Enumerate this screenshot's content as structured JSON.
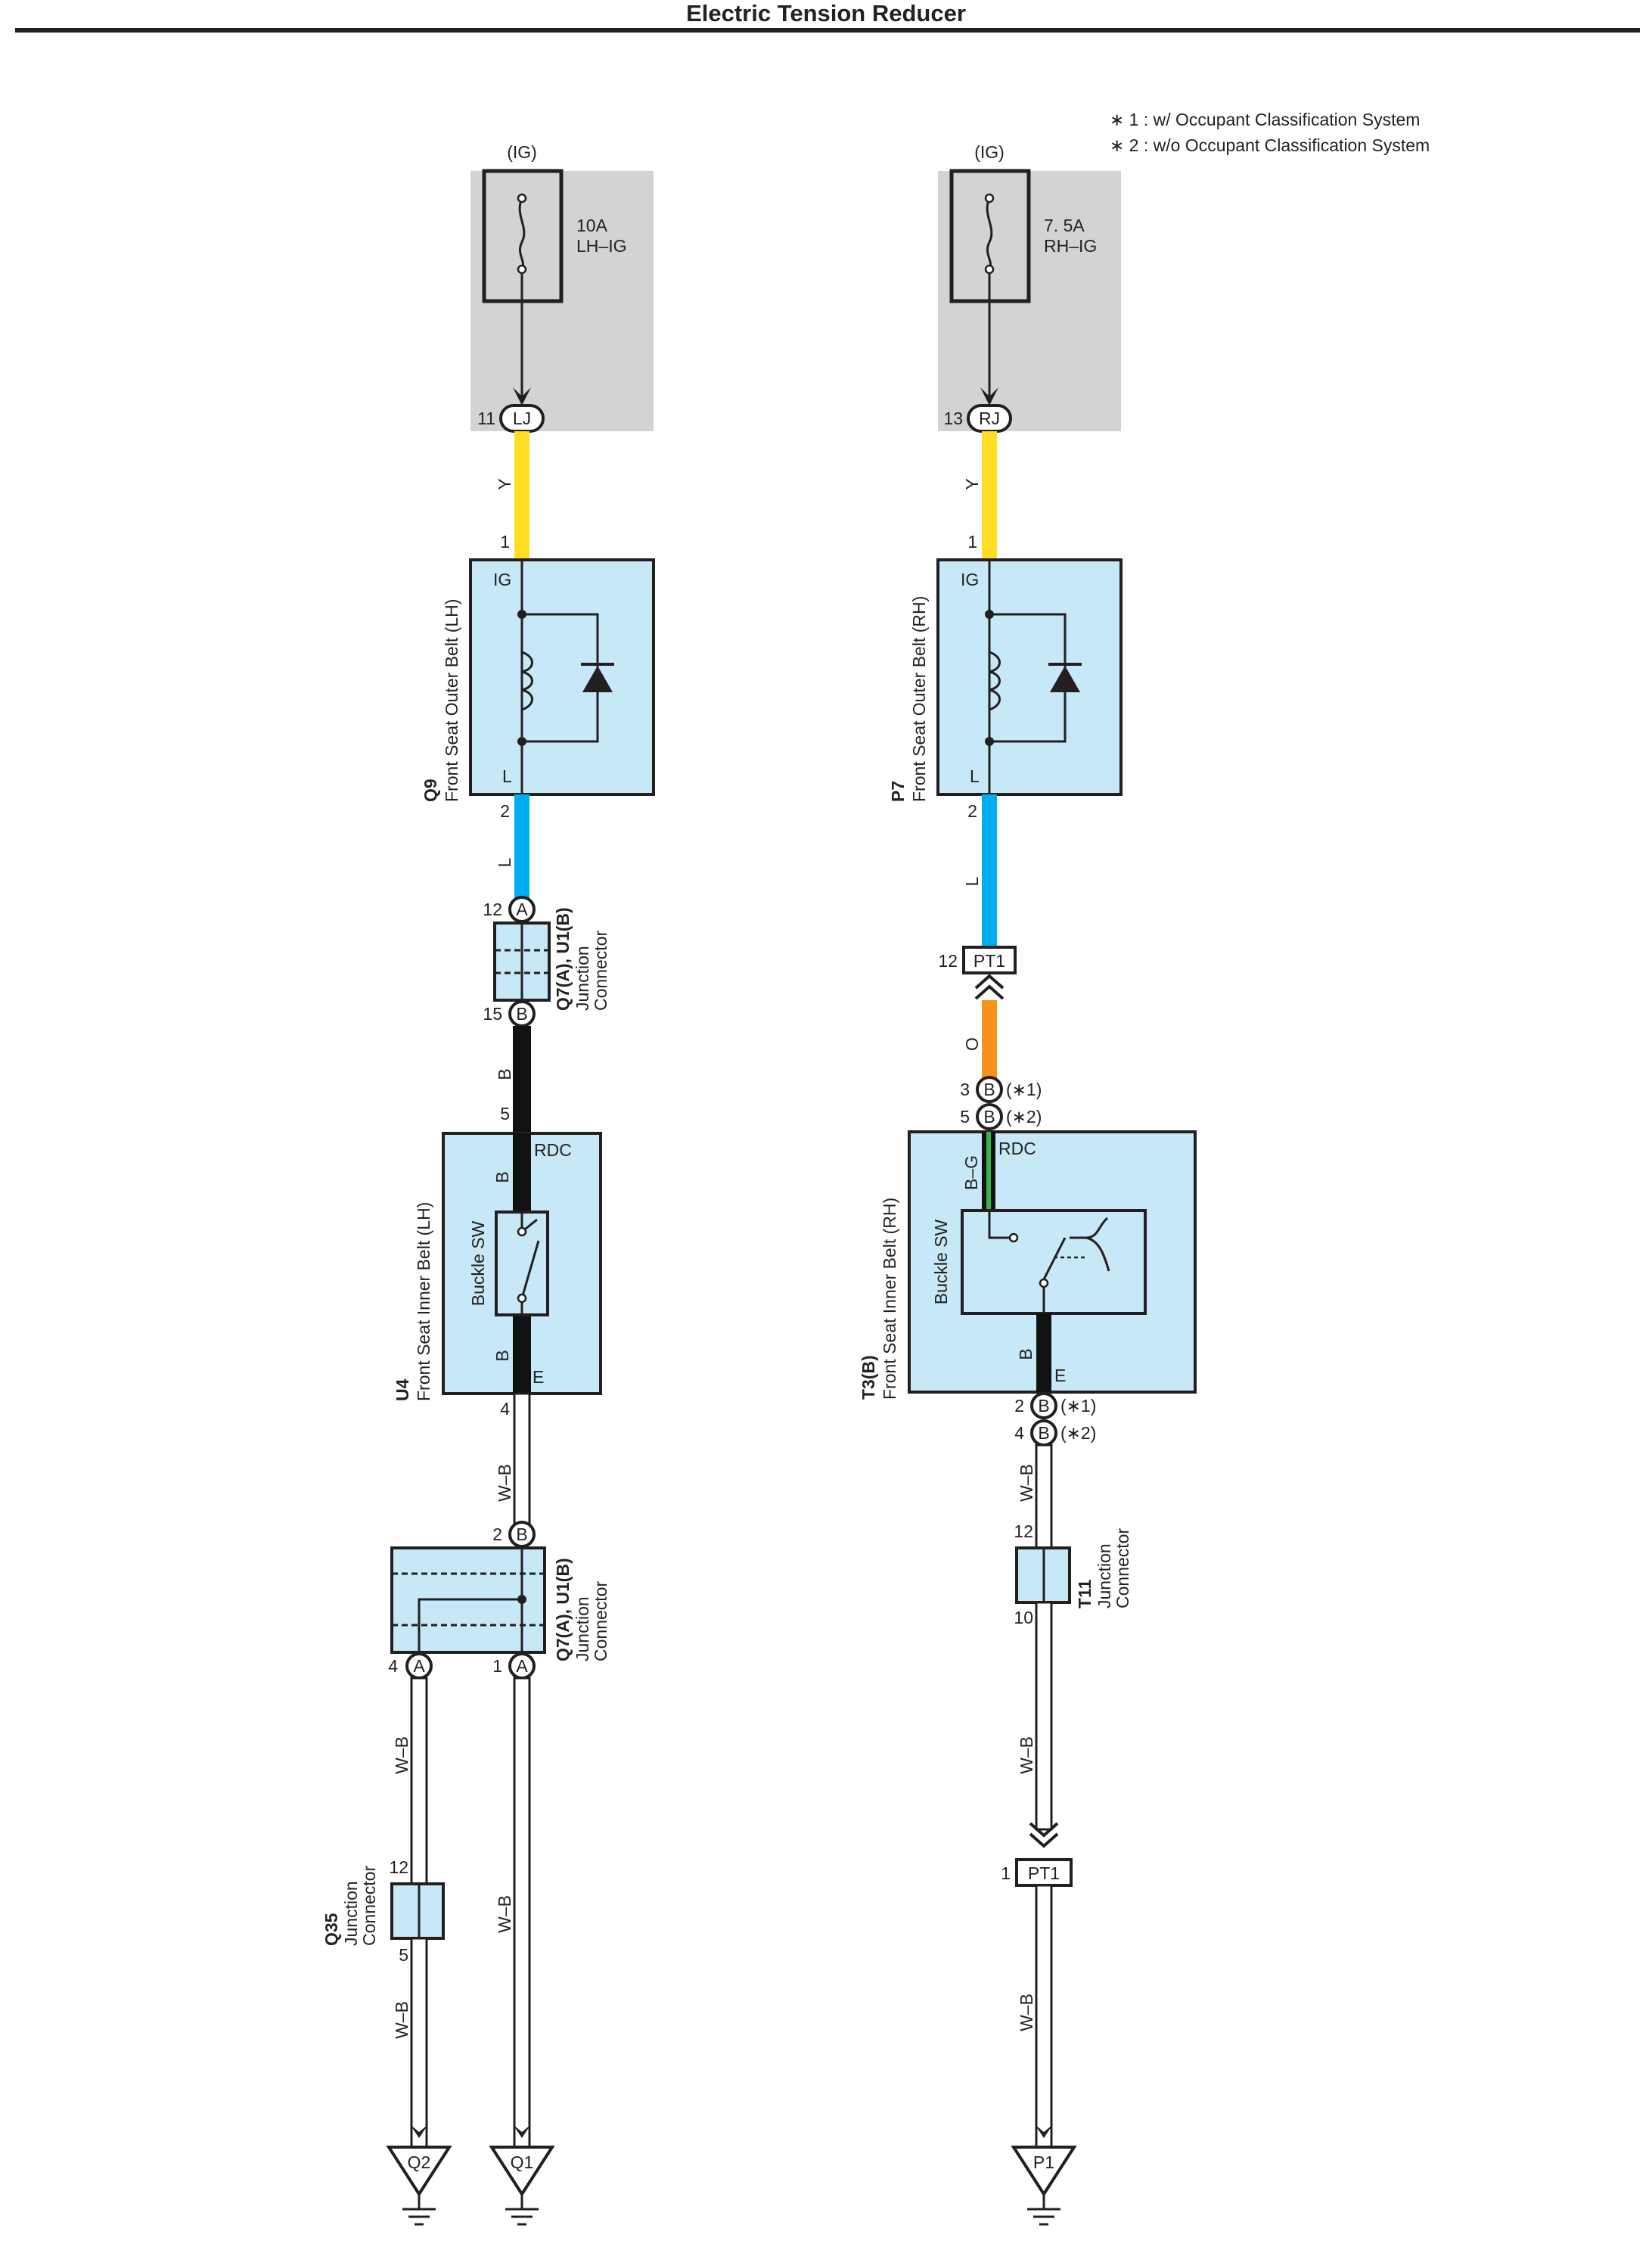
{
  "title": "Electric Tension Reducer",
  "notes": [
    "∗ 1 : w/ Occupant Classification System",
    "∗ 2 : w/o Occupant Classification System"
  ],
  "colors": {
    "Y": "#ffde21",
    "L": "#00adef",
    "O": "#f7931d",
    "B": "#111111",
    "W": "#ffffff",
    "G": "#3cb44b",
    "fuse_bg": "#d1d3d4",
    "comp_fill": "#c6e8f7",
    "line": "#231f20"
  },
  "left": {
    "power": "(IG)",
    "fuse_amp": "10A",
    "fuse_name": "LH–IG",
    "jc_pin": "11",
    "jc": "LJ",
    "w1": "Y",
    "belt": {
      "code": "Q9",
      "name": "Front Seat Outer Belt (LH)",
      "pin_top": "1",
      "pin_bottom": "2",
      "term_top": "IG",
      "term_bottom": "L"
    },
    "w2": "L",
    "jc1": {
      "pin_top": "12",
      "conn_top": "A",
      "pin_bottom": "15",
      "conn_bottom": "B",
      "code": "Q7(A), U1(B)",
      "name1": "Junction",
      "name2": "Connector"
    },
    "w3": "B",
    "inner": {
      "code": "U4",
      "name": "Front Seat Inner Belt (LH)",
      "pin_top": "5",
      "pin_bottom": "4",
      "term_top": "RDC",
      "term_bottom": "E",
      "sw": "Buckle SW",
      "w_top": "B",
      "w_bottom": "B"
    },
    "w4": "W–B",
    "jc2": {
      "pin_top": "2",
      "conn_top": "B",
      "pin_bl": "4",
      "conn_bl": "A",
      "pin_br": "1",
      "conn_br": "A",
      "code": "Q7(A), U1(B)",
      "name1": "Junction",
      "name2": "Connector"
    },
    "w5": "W–B",
    "q35": {
      "code": "Q35",
      "name1": "Junction",
      "name2": "Connector",
      "pin_top": "12",
      "pin_bottom": "5"
    },
    "w6": "W–B",
    "w7": "W–B",
    "gnd1": "Q2",
    "gnd2": "Q1"
  },
  "right": {
    "power": "(IG)",
    "fuse_amp": "7. 5A",
    "fuse_name": "RH–IG",
    "jc_pin": "13",
    "jc": "RJ",
    "w1": "Y",
    "belt": {
      "code": "P7",
      "name": "Front Seat Outer Belt (RH)",
      "pin_top": "1",
      "pin_bottom": "2",
      "term_top": "IG",
      "term_bottom": "L"
    },
    "w2": "L",
    "pt1_top": {
      "pin": "12",
      "name": "PT1"
    },
    "w3": "O",
    "conn_b1": {
      "pin": "3",
      "conn": "B",
      "note": "(∗1)"
    },
    "conn_b2": {
      "pin": "5",
      "conn": "B",
      "note": "(∗2)"
    },
    "inner": {
      "code": "T3(B)",
      "name": "Front Seat Inner Belt (RH)",
      "term_top": "RDC",
      "term_bottom": "E",
      "sw": "Buckle SW",
      "w_top": "B–G",
      "w_bottom": "B"
    },
    "conn_b3": {
      "pin": "2",
      "conn": "B",
      "note": "(∗1)"
    },
    "conn_b4": {
      "pin": "4",
      "conn": "B",
      "note": "(∗2)"
    },
    "w4": "W–B",
    "t11": {
      "code": "T11",
      "name1": "Junction",
      "name2": "Connector",
      "pin_top": "12",
      "pin_bottom": "10"
    },
    "w5": "W–B",
    "pt1_bottom": {
      "pin": "1",
      "name": "PT1"
    },
    "w6": "W–B",
    "gnd": "P1"
  }
}
